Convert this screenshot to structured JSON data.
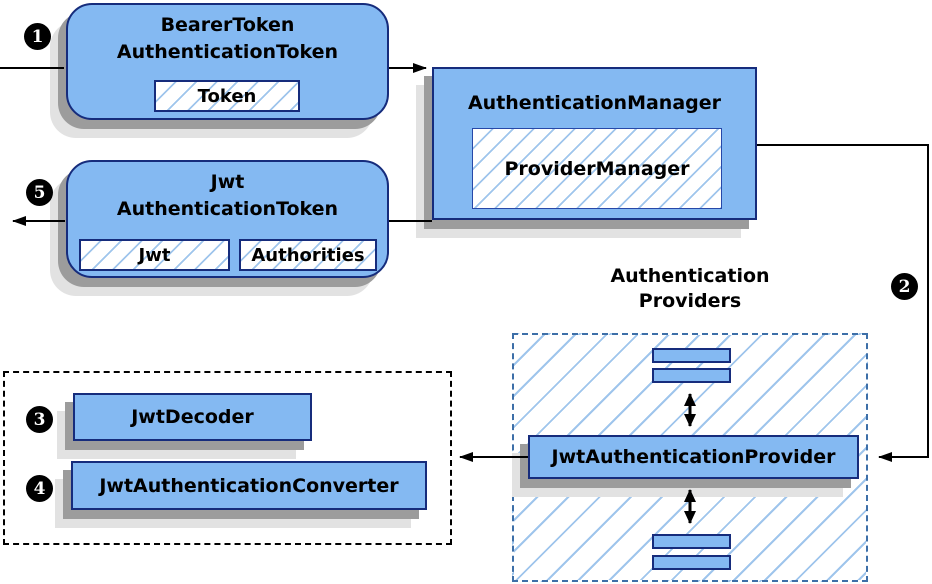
{
  "colors": {
    "node_fill": "#84B9F2",
    "node_border": "#162C7C",
    "hatch_line": "#9FC5EC",
    "providers_dashed_border": "#3D6FA8",
    "group_dotted_border": "#000000",
    "shadow_dark": "#9C9C9C",
    "shadow_light": "#E2E2E2",
    "arrow": "#000000",
    "badge_background": "#000000",
    "badge_text": "#FFFFFF"
  },
  "nodes": {
    "bearer_token": {
      "title_line1": "BearerToken",
      "title_line2": "AuthenticationToken",
      "field_token": "Token"
    },
    "authentication_manager": {
      "title": "AuthenticationManager",
      "field_provider_manager": "ProviderManager"
    },
    "jwt_authentication_token": {
      "title_line1": "Jwt",
      "title_line2": "AuthenticationToken",
      "field_jwt": "Jwt",
      "field_authorities": "Authorities"
    },
    "providers_group": {
      "label_line1": "Authentication",
      "label_line2": "Providers",
      "provider": "JwtAuthenticationProvider"
    },
    "decoder_group": {
      "decoder": "JwtDecoder",
      "converter": "JwtAuthenticationConverter"
    }
  },
  "step_badges": {
    "step1": "1",
    "step2": "2",
    "step3": "3",
    "step4": "4",
    "step5": "5"
  }
}
